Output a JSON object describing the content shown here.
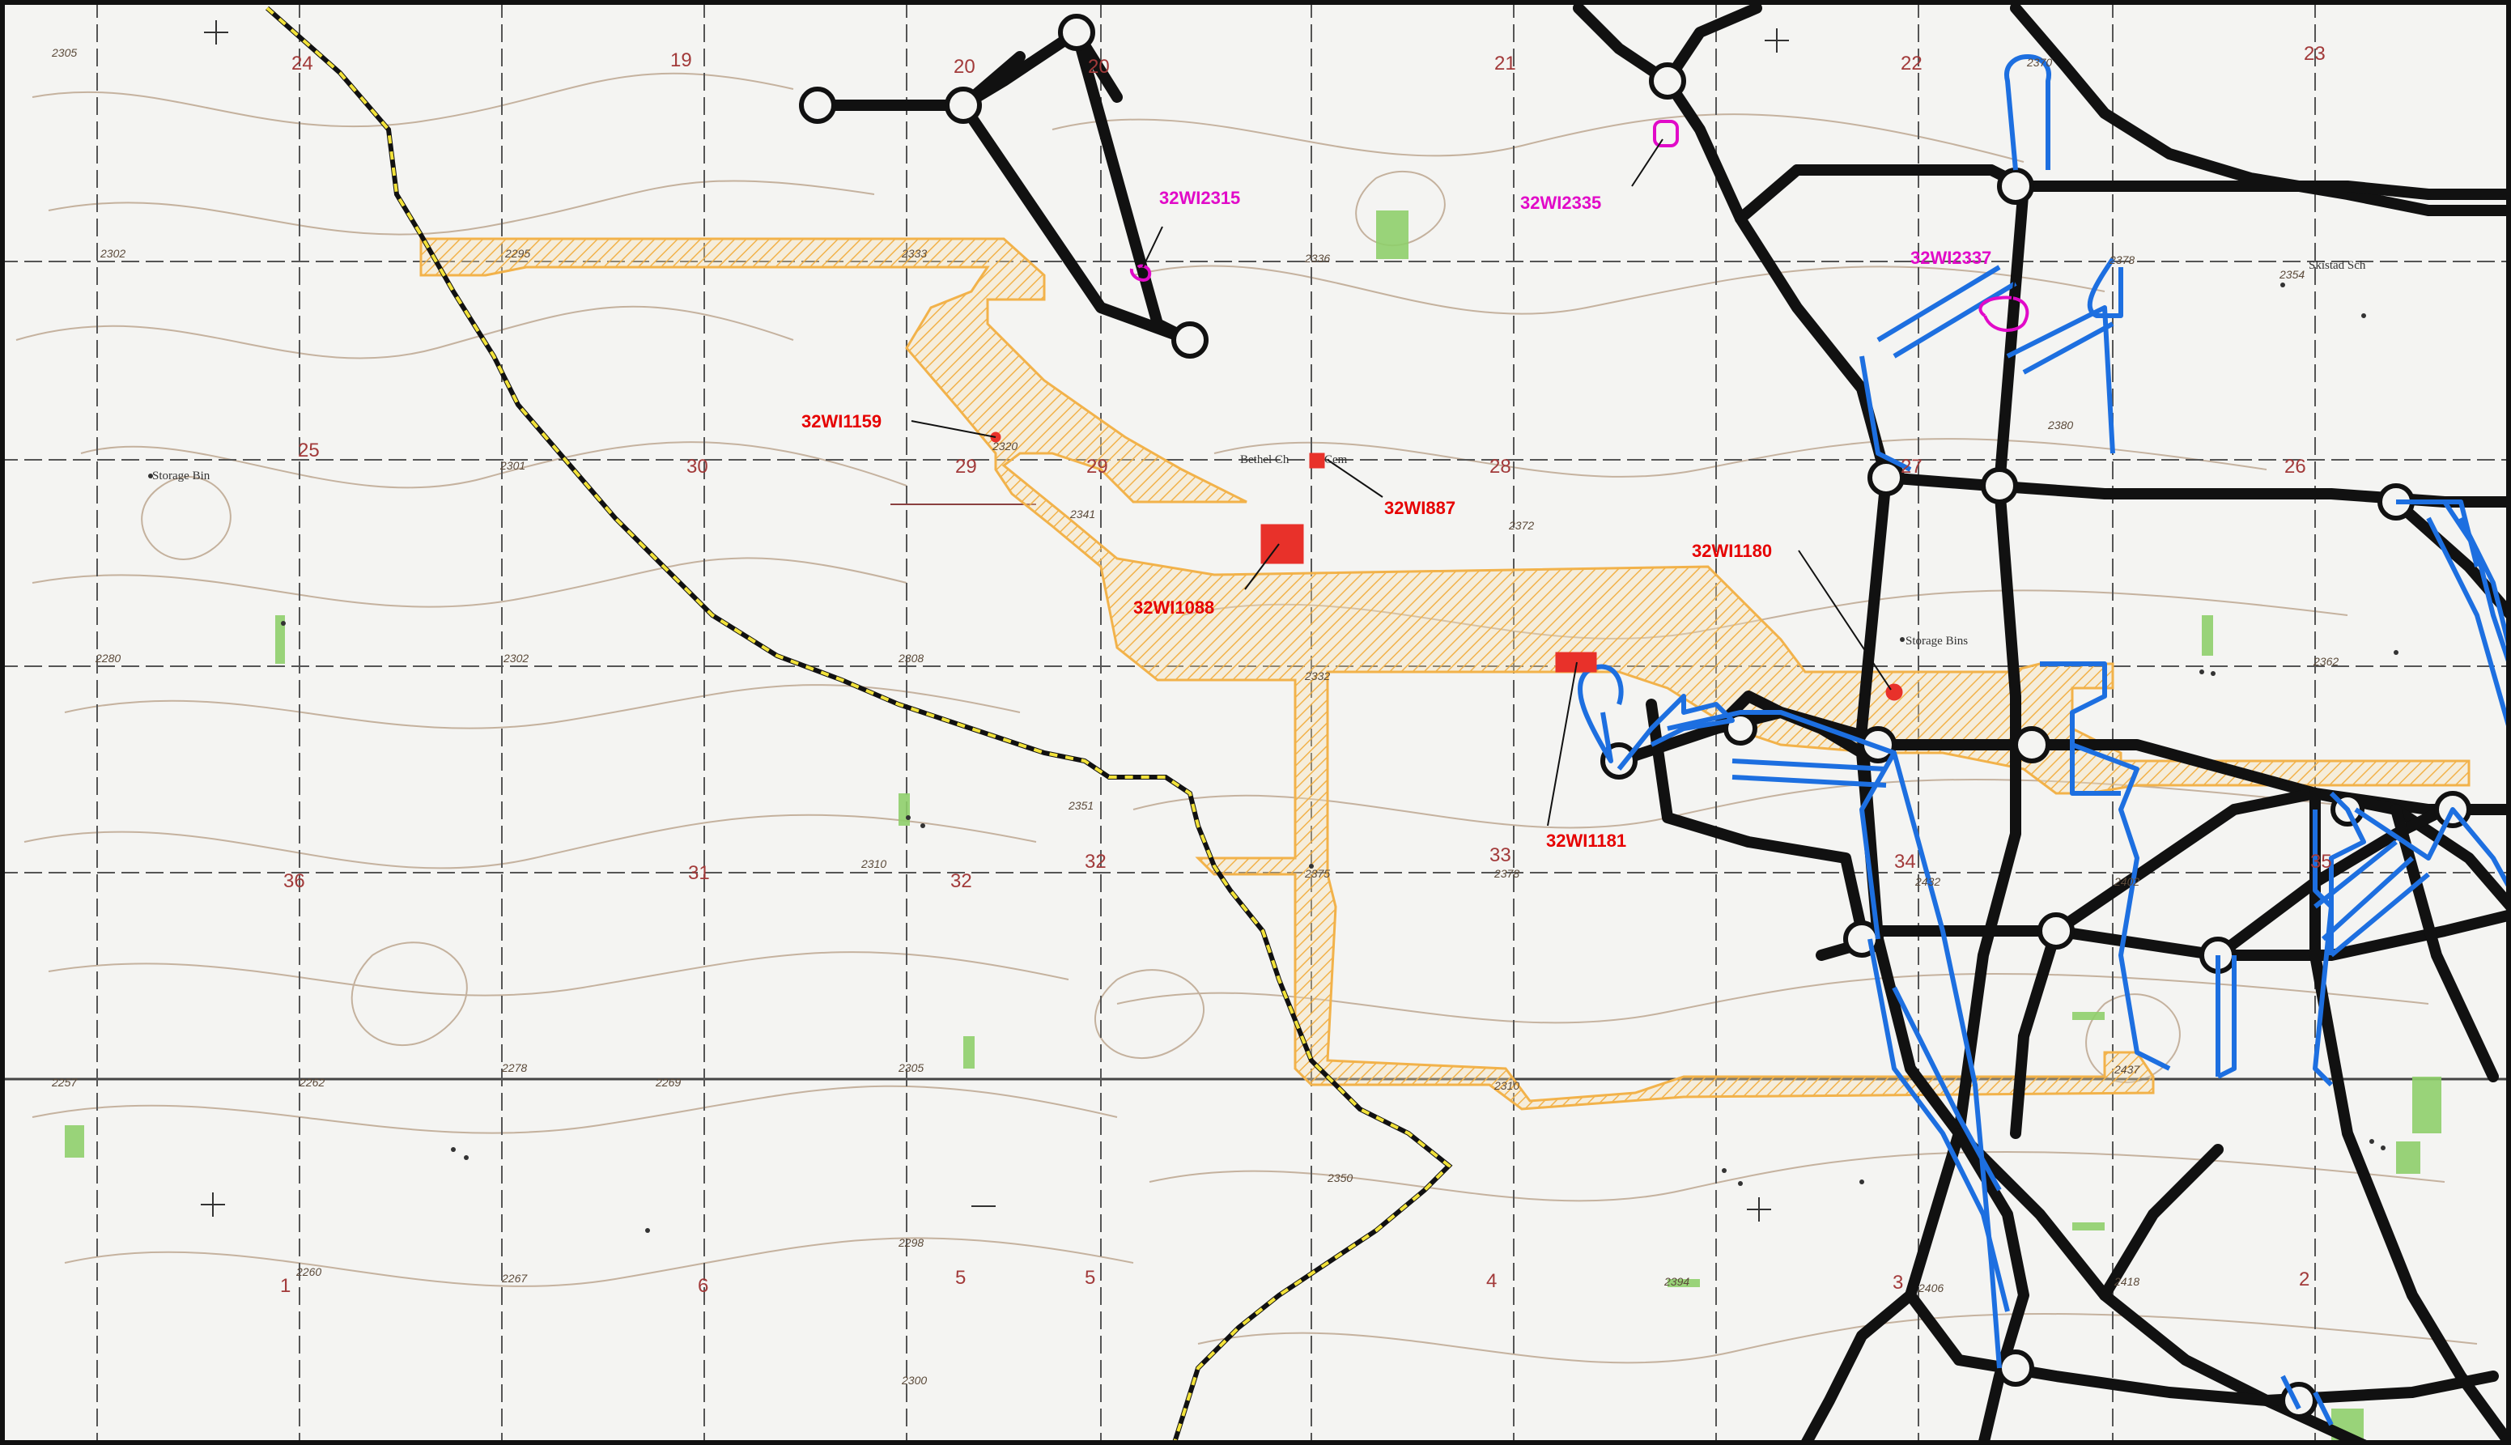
{
  "map": {
    "section_numbers": [
      "24",
      "19",
      "20",
      "20",
      "21",
      "22",
      "23",
      "25",
      "30",
      "29",
      "29",
      "28",
      "27",
      "26",
      "36",
      "31",
      "32",
      "32",
      "33",
      "34",
      "35",
      "1",
      "6",
      "5",
      "5",
      "4",
      "3",
      "2"
    ],
    "elevations": [
      "2305",
      "2302",
      "2295",
      "2333",
      "2336",
      "2370",
      "2378",
      "2354",
      "2301",
      "2320",
      "2341",
      "2372",
      "2362",
      "2280",
      "2302",
      "2308",
      "2332",
      "2351",
      "2310",
      "2375",
      "2378",
      "2432",
      "2402",
      "2278",
      "2257",
      "2262",
      "2269",
      "2305",
      "2298",
      "2310",
      "2437",
      "2260",
      "2267",
      "2394",
      "2406",
      "2418",
      "2300",
      "2350",
      "2380"
    ],
    "place_labels": {
      "storage_bin": "Storage Bin",
      "church_cem": "Bethel Ch",
      "cem": "Cem",
      "storage_bins": "Storage Bins",
      "school": "Skistad Sch"
    },
    "sites_red": [
      "32WI1159",
      "32WI887",
      "32WI1088",
      "32WI1180",
      "32WI1181"
    ],
    "sites_magenta": [
      "32WI2315",
      "32WI2335",
      "32WI2337"
    ],
    "colors": {
      "background": "#f4f4f2",
      "contour": "#b9a189",
      "grid": "#555555",
      "survey_hatch": "#f2b24a",
      "site_red": "#e8312a",
      "site_magenta": "#e10ac8",
      "route_blue": "#1d6fe0",
      "route_black": "#111111",
      "boundary_yellow": "#f2e23a"
    }
  }
}
